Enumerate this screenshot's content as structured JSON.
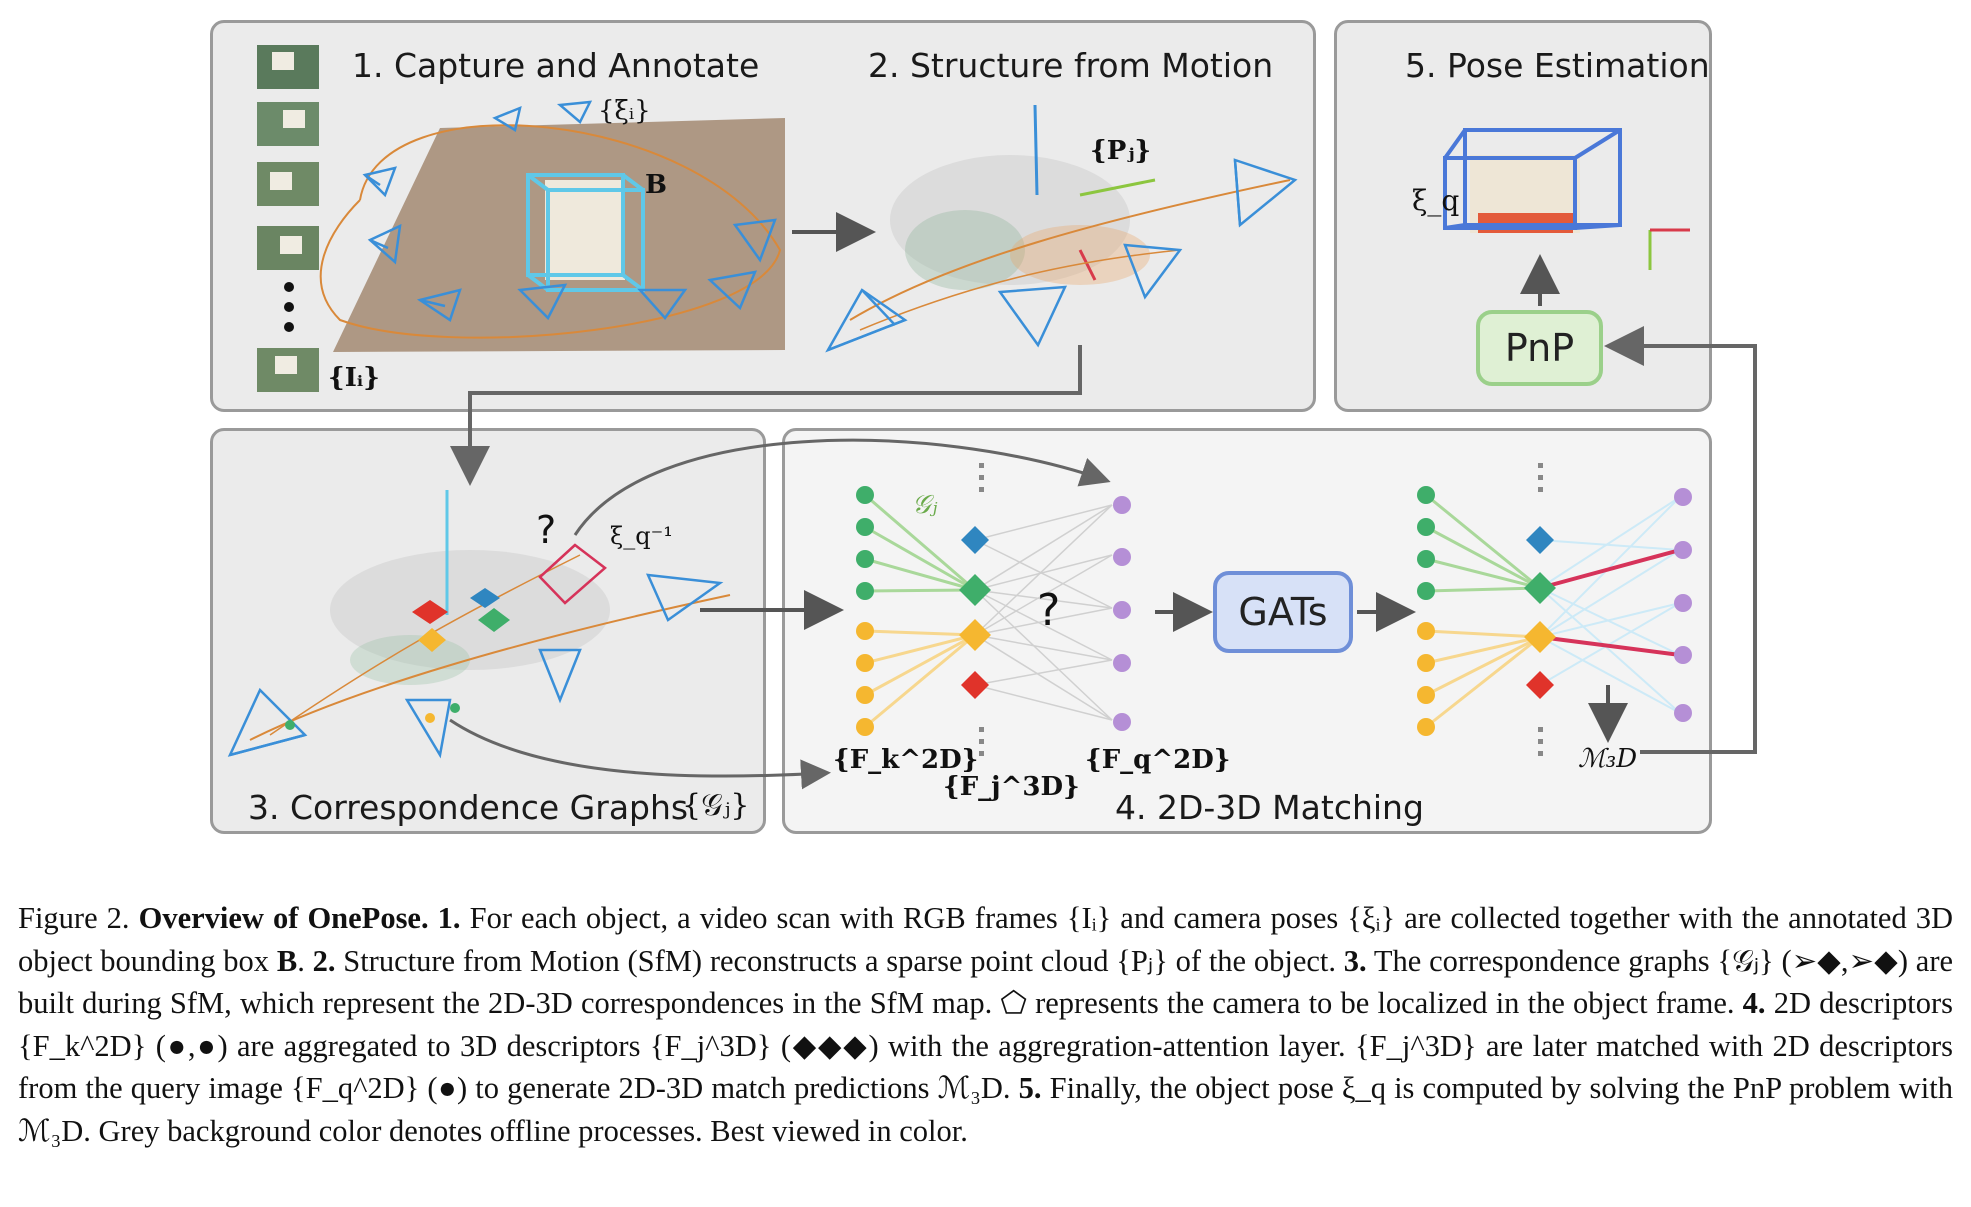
{
  "figure": {
    "panel_titles": {
      "capture": "1. Capture and Annotate",
      "sfm": "2. Structure from Motion",
      "pose": "5. Pose Estimation",
      "graphs": "3. Correspondence Graphs",
      "matching": "4. 2D-3D Matching"
    },
    "labels": {
      "xi_i": "{ξᵢ}",
      "I_i": "{Iᵢ}",
      "B": "B",
      "P_j": "{Pⱼ}",
      "xi_q": "ξ_q",
      "pnp": "PnP",
      "gats": "GATs",
      "G_j": "{𝒢ⱼ}",
      "G_j_small": "𝒢ⱼ",
      "xi_q_inv": "ξ_q⁻¹",
      "question": "?",
      "F2D_k": "{F_k^2D}",
      "F3D_j": "{F_j^3D}",
      "F2D_q": "{F_q^2D}",
      "M3D": "ℳ₃D"
    },
    "colors": {
      "panel_offline": "#ebebeb",
      "panel_online": "#f4f4f4",
      "panel_border": "#9a9a9a",
      "camera": "#3a8fd8",
      "bbox": "#5fc8e8",
      "green_node": "#3fae6a",
      "yellow_node": "#f5b730",
      "purple_node": "#b58fd6",
      "blue_diamond": "#2f86c0",
      "red_diamond": "#e0332a",
      "pnp_fill": "#dff0d4",
      "gats_fill": "#d7e1f7",
      "match_red": "#d6335a"
    }
  },
  "caption": {
    "fig_label": "Figure 2.",
    "bold_title": "Overview of OnePose.",
    "s1_num": "1.",
    "s1a": "For each object, a video scan with RGB frames {Iᵢ} and camera poses {ξᵢ} are collected together with the annotated 3D object bounding box",
    "s1_B": "B",
    "s1_end": ".",
    "s2_num": "2.",
    "s2": "Structure from Motion (SfM) reconstructs a sparse point cloud {Pⱼ} of the object.",
    "s3_num": "3.",
    "s3": "The correspondence graphs {𝒢ⱼ} (➢◆,➢◆) are built during SfM, which represent the 2D-3D correspondences in the SfM map. ⬠ represents the camera to be localized in the object frame.",
    "s4_num": "4.",
    "s4": "2D descriptors {F_k^2D} (●,●) are aggregated to 3D descriptors {F_j^3D} (◆◆◆) with the aggregration-attention layer. {F_j^3D} are later matched with 2D descriptors from the query image {F_q^2D} (●) to generate 2D-3D match predictions ℳ₃D.",
    "s5_num": "5.",
    "s5": "Finally, the object pose ξ_q is computed by solving the PnP problem with ℳ₃D. Grey background color denotes offline processes. Best viewed in color."
  }
}
